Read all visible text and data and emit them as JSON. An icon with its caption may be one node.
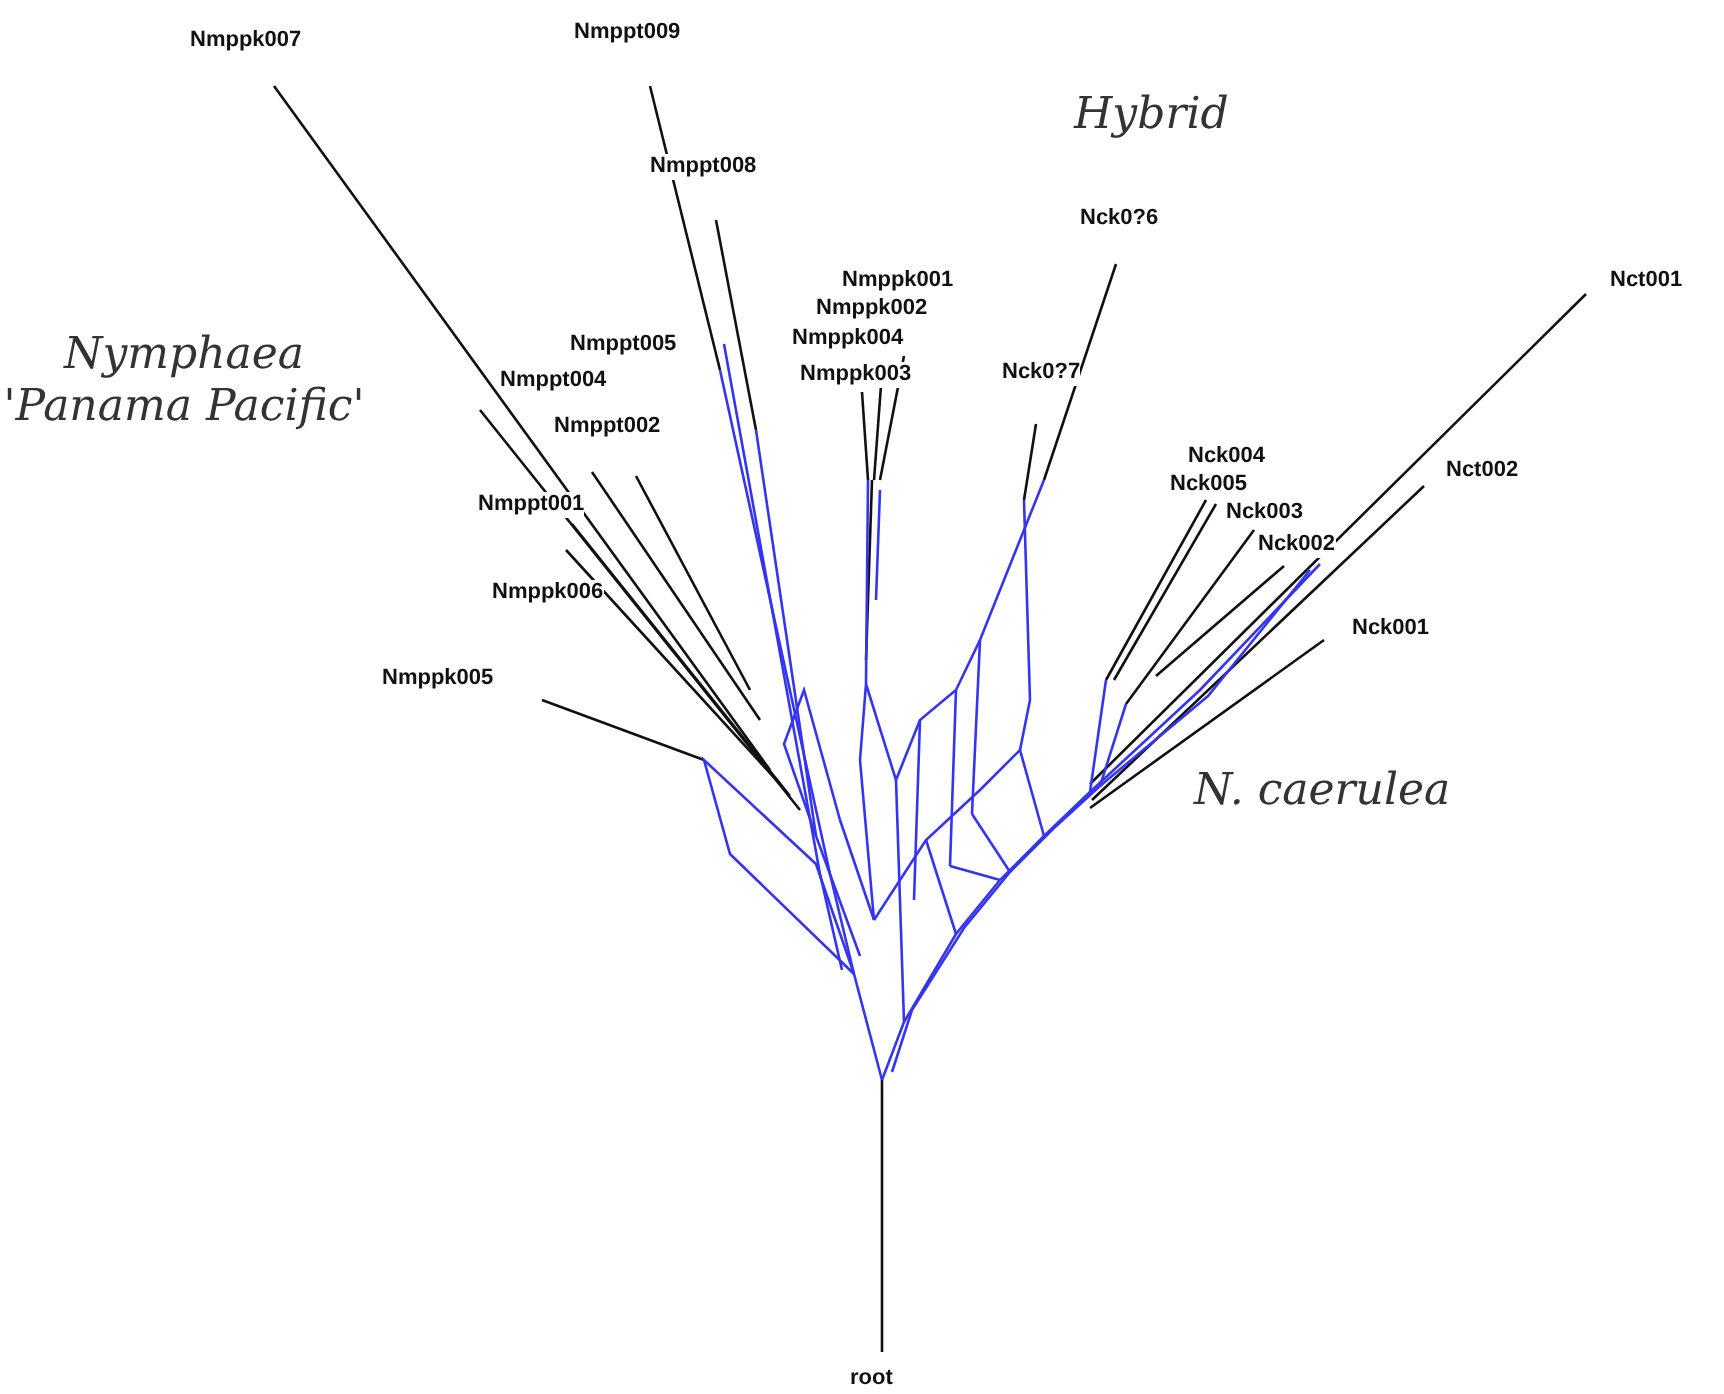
{
  "diagram": {
    "labels": [
      "Nmppk007",
      "Nmppt009",
      "Hybrid",
      "Nmppt008",
      "Nck0?6",
      "Nmppk001",
      "Nct001",
      "Nymphaea 'Panama Pacific'",
      "Nmppk002",
      "Nmppt005",
      "Nmppk004",
      "Nmppt004",
      "Nmppk003",
      "Nck0?7",
      "Nmppt002",
      "Nct002",
      "Nck004",
      "Nck005",
      "Nck003",
      "Nck002",
      "Nmppt001",
      "Nmppk006",
      "Nck001",
      "Nmppk005",
      "N. caerulea",
      "root"
    ]
  }
}
